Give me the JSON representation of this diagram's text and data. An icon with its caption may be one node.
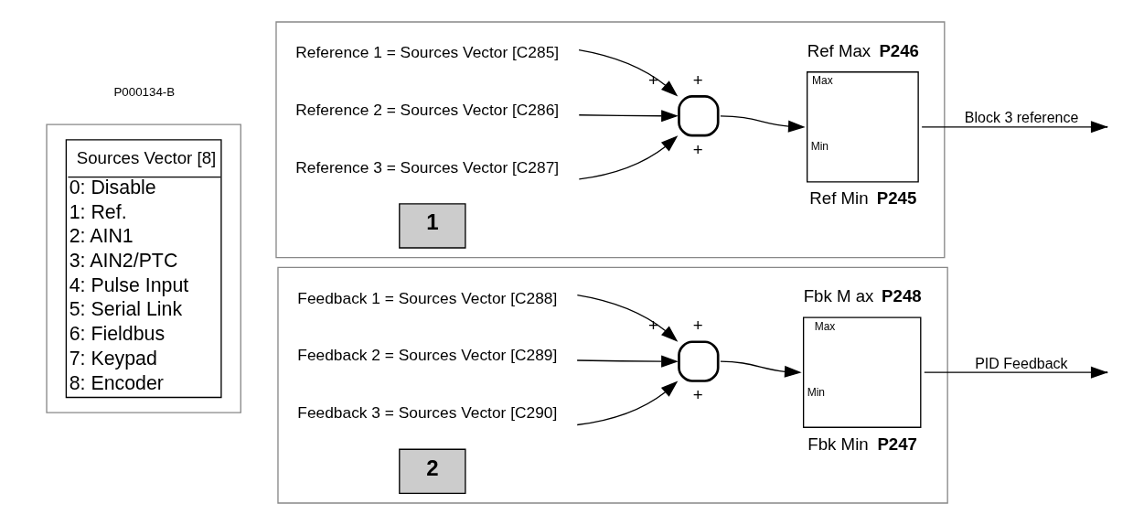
{
  "diagram": {
    "nodes": [
      {
        "text": [],
        "shape": "box"
      },
      {
        "text": [
          "Sources Vector [8]",
          "0: Disable",
          "1: Ref.",
          "2: AIN1",
          "3: AIN2/PTC",
          "4: Pulse Input",
          "5: Serial Link",
          "6: Fieldbus",
          "7: Keypad",
          "8: Encoder"
        ],
        "in": 0
      },
      {
        "text": [],
        "shape": "box"
      },
      {
        "text": [
          "Reference 1 = Sources Vector [C285]"
        ],
        "in": 2
      },
      {
        "text": [
          "Reference 2 = Sources Vector [C286]"
        ],
        "in": 2
      },
      {
        "text": [
          "Reference 3 = Sources Vector [C287]"
        ],
        "in": 2
      },
      {
        "text": [],
        "shape": "circle",
        "in": 2,
        "beside": [
          "+",
          "+",
          "+"
        ]
      },
      {
        "text": [
          "Max",
          "Min"
        ],
        "in": 2,
        "beside": [
          "Ref Max  **P246**",
          "Ref Min  **P245**"
        ]
      },
      {
        "text": [
          "1"
        ],
        "in": 2
      },
      {
        "text": [],
        "shape": "box"
      },
      {
        "text": [
          "Feedback 1 = Sources Vector [C288]"
        ],
        "in": 9
      },
      {
        "text": [
          "Feedback 2 = Sources Vector [C289]"
        ],
        "in": 9
      },
      {
        "text": [
          "Feedback 3 = Sources Vector [C290]"
        ],
        "in": 9
      },
      {
        "text": [],
        "shape": "circle",
        "in": 9,
        "beside": [
          "+",
          "+",
          "+"
        ]
      },
      {
        "text": [
          "Max",
          "Min"
        ],
        "in": 9,
        "beside": [
          "Fbk M ax  **P248**",
          "Fbk Min  **P247**"
        ]
      },
      {
        "text": [
          "2"
        ],
        "in": 9
      }
    ],
    "edges": [
      {
        "from": 3,
        "to": 6,
        "arrow": "to"
      },
      {
        "from": 4,
        "to": 6,
        "arrow": "to"
      },
      {
        "from": 5,
        "to": 6,
        "arrow": "to"
      },
      {
        "from": 6,
        "to": 7,
        "arrow": "to"
      },
      {
        "from": 7,
        "to": null,
        "arrow": "to",
        "label": "Block 3 reference"
      },
      {
        "from": 10,
        "to": 13,
        "arrow": "to"
      },
      {
        "from": 11,
        "to": 13,
        "arrow": "to"
      },
      {
        "from": 12,
        "to": 13,
        "arrow": "to"
      },
      {
        "from": 13,
        "to": 14,
        "arrow": "to"
      },
      {
        "from": 14,
        "to": null,
        "arrow": "to",
        "label": "PID Feedback"
      }
    ],
    "labels": [
      "P000134-B"
    ]
  }
}
